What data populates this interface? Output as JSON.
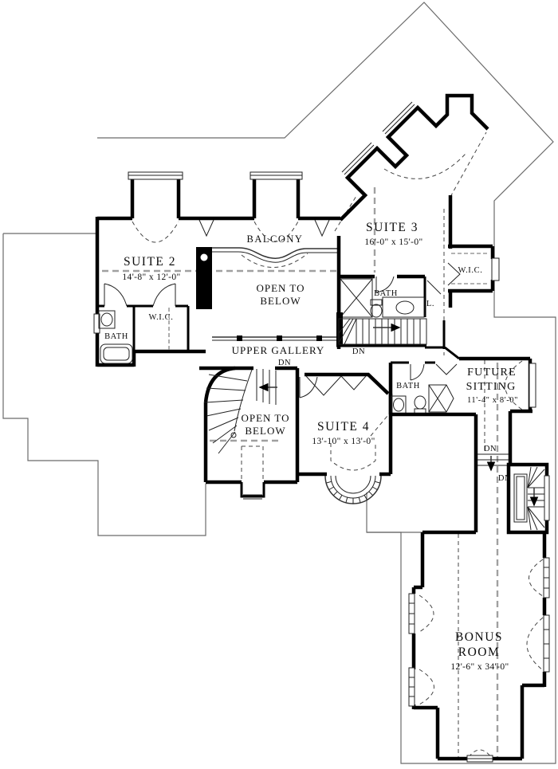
{
  "colors": {
    "line": "#000000",
    "roofline": "#6b6b6b",
    "dashed_gray": "#a0a0a0",
    "background": "#ffffff"
  },
  "labels": {
    "suite2": {
      "name": "SUITE 2",
      "dims": "14'-8\" x 12'-0\""
    },
    "balcony": {
      "name": "BALCONY"
    },
    "open_below_gallery": {
      "line1": "OPEN TO",
      "line2": "BELOW"
    },
    "suite3": {
      "name": "SUITE 3",
      "dims": "16'-0\" x 15'-0\""
    },
    "wic_suite2": {
      "name": "W.I.C."
    },
    "bath_suite2": {
      "name": "BATH"
    },
    "bath_suite3": {
      "name": "BATH"
    },
    "linen": {
      "name": "L."
    },
    "wic_suite3": {
      "name": "W.I.C."
    },
    "upper_gallery": {
      "name": "UPPER GALLERY"
    },
    "open_below_stair": {
      "line1": "OPEN TO",
      "line2": "BELOW"
    },
    "suite4": {
      "name": "SUITE 4",
      "dims": "13'-10\" x 13'-0\""
    },
    "bath_suite4": {
      "name": "BATH"
    },
    "future_sitting": {
      "line1": "FUTURE",
      "line2": "SITTING",
      "dims": "11'-4\" x 8'-0\""
    },
    "bonus_room": {
      "line1": "BONUS",
      "line2": "ROOM",
      "dims": "12'-6\" x 34'-0\""
    },
    "dn_gallery": "DN",
    "dn_stair": "DN",
    "dn_hall": "DN",
    "dn_winder": "DN"
  }
}
